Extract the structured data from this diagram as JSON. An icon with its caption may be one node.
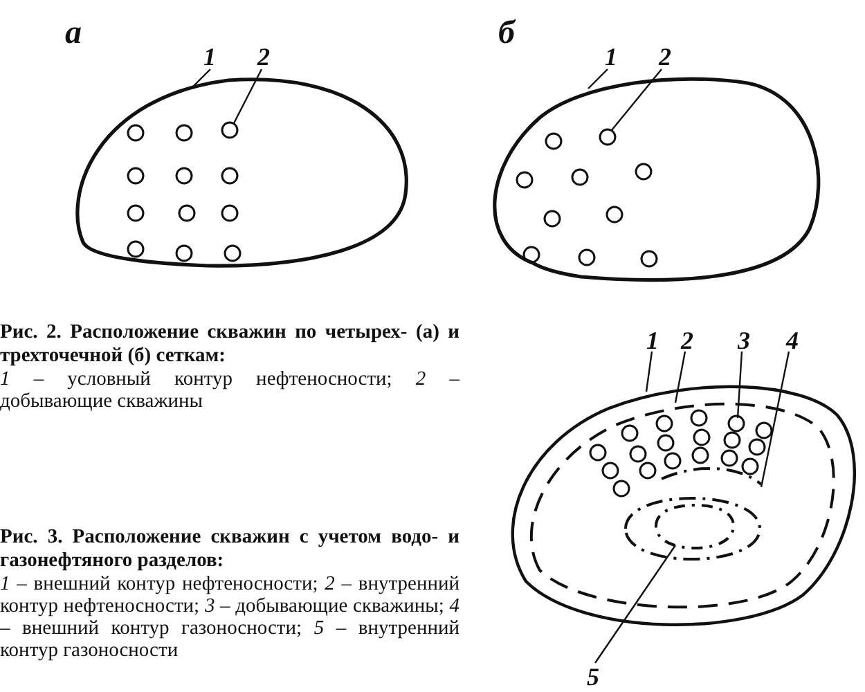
{
  "diagram": {
    "nodes": [
      {
        "text": [
          "1"
        ]
      },
      {
        "text": [],
        "shape": "outline"
      },
      {
        "text": [
          "2"
        ]
      },
      {
        "text": [],
        "shape": "circle",
        "in": 1
      },
      {
        "text": [
          "1"
        ]
      },
      {
        "text": [],
        "shape": "outline"
      },
      {
        "text": [
          "2"
        ]
      },
      {
        "text": [],
        "shape": "circle",
        "in": 5
      },
      {
        "text": [
          "1"
        ]
      },
      {
        "text": [],
        "shape": "outline"
      },
      {
        "text": [
          "2"
        ]
      },
      {
        "text": [],
        "shape": "outline",
        "in": 9
      },
      {
        "text": [
          "3"
        ]
      },
      {
        "text": [],
        "shape": "circle",
        "in": 11
      },
      {
        "text": [
          "4"
        ]
      },
      {
        "text": [],
        "shape": "outline",
        "in": 11
      },
      {
        "text": [
          "5"
        ]
      },
      {
        "text": [],
        "shape": "outline",
        "in": 15
      },
      {
        "text": [],
        "shape": "circle",
        "in": 1
      },
      {
        "text": [],
        "shape": "circle",
        "in": 1
      },
      {
        "text": [],
        "shape": "circle",
        "in": 1
      },
      {
        "text": [],
        "shape": "circle",
        "in": 1
      },
      {
        "text": [],
        "shape": "circle",
        "in": 1
      },
      {
        "text": [],
        "shape": "circle",
        "in": 1
      },
      {
        "text": [],
        "shape": "circle",
        "in": 1
      },
      {
        "text": [],
        "shape": "circle",
        "in": 1
      },
      {
        "text": [],
        "shape": "circle",
        "in": 1
      },
      {
        "text": [],
        "shape": "circle",
        "in": 1
      },
      {
        "text": [],
        "shape": "circle",
        "in": 1
      },
      {
        "text": [],
        "shape": "circle",
        "in": 5
      },
      {
        "text": [],
        "shape": "circle",
        "in": 5
      },
      {
        "text": [],
        "shape": "circle",
        "in": 5
      },
      {
        "text": [],
        "shape": "circle",
        "in": 5
      },
      {
        "text": [],
        "shape": "circle",
        "in": 5
      },
      {
        "text": [],
        "shape": "circle",
        "in": 5
      },
      {
        "text": [],
        "shape": "circle",
        "in": 5
      },
      {
        "text": [],
        "shape": "circle",
        "in": 5
      },
      {
        "text": [],
        "shape": "circle",
        "in": 5
      },
      {
        "text": [],
        "shape": "circle",
        "in": 11
      },
      {
        "text": [],
        "shape": "circle",
        "in": 11
      },
      {
        "text": [],
        "shape": "circle",
        "in": 11
      },
      {
        "text": [],
        "shape": "circle",
        "in": 11
      },
      {
        "text": [],
        "shape": "circle",
        "in": 11
      },
      {
        "text": [],
        "shape": "circle",
        "in": 11
      },
      {
        "text": [],
        "shape": "circle",
        "in": 11
      },
      {
        "text": [],
        "shape": "circle",
        "in": 11
      },
      {
        "text": [],
        "shape": "circle",
        "in": 11
      },
      {
        "text": [],
        "shape": "circle",
        "in": 11
      },
      {
        "text": [],
        "shape": "circle",
        "in": 11
      },
      {
        "text": [],
        "shape": "circle",
        "in": 11
      },
      {
        "text": [],
        "shape": "circle",
        "in": 11
      },
      {
        "text": [],
        "shape": "circle",
        "in": 11
      },
      {
        "text": [],
        "shape": "circle",
        "in": 11
      },
      {
        "text": [],
        "shape": "circle",
        "in": 11
      },
      {
        "text": [],
        "shape": "circle",
        "in": 11
      }
    ],
    "edges": [
      {
        "from": 0,
        "to": 1,
        "arrow": "none"
      },
      {
        "from": 2,
        "to": 3,
        "arrow": "none"
      },
      {
        "from": 4,
        "to": 5,
        "arrow": "none"
      },
      {
        "from": 6,
        "to": 7,
        "arrow": "none"
      },
      {
        "from": 8,
        "to": 9,
        "arrow": "none"
      },
      {
        "from": 10,
        "to": 11,
        "arrow": "none"
      },
      {
        "from": 12,
        "to": 13,
        "arrow": "none"
      },
      {
        "from": 14,
        "to": 15,
        "arrow": "none"
      },
      {
        "from": 16,
        "to": 17,
        "arrow": "none"
      }
    ],
    "labels": [
      "а",
      "б",
      "Рис. 2. Расположение скважин по четырех- (а) и трехточечной (б) сеткам:",
      "*1* – условный контур нефтеносности; *2* – добывающие скважины",
      "Рис. 3. Расположение скважин с учетом водо- и газонефтяного разделов:",
      "*1* – внешний контур нефтеносности; *2* – внутренний контур нефтеносности; *3* – добывающие скважины; *4* – внешний контур газоносности; *5* – внутренний контур газоносности"
    ]
  }
}
